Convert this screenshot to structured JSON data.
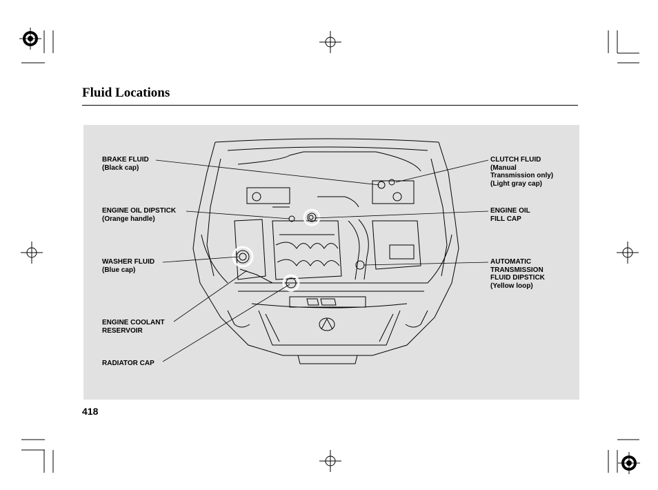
{
  "page": {
    "title": "Fluid Locations",
    "page_number": "418"
  },
  "labels": {
    "brake_fluid": {
      "line1": "BRAKE FLUID",
      "line2": "(Black cap)"
    },
    "engine_oil_dipstick": {
      "line1": "ENGINE OIL DIPSTICK",
      "line2": "(Orange handle)"
    },
    "washer_fluid": {
      "line1": "WASHER FLUID",
      "line2": "(Blue cap)"
    },
    "engine_coolant_reservoir": {
      "line1": "ENGINE COOLANT",
      "line2": "RESERVOIR"
    },
    "radiator_cap": {
      "line1": "RADIATOR CAP"
    },
    "clutch_fluid": {
      "line1": "CLUTCH FLUID",
      "line2": "(Manual",
      "line3": "Transmission only)",
      "line4": "(Light gray cap)"
    },
    "engine_oil_fill_cap": {
      "line1": "ENGINE OIL",
      "line2": "FILL CAP"
    },
    "atf_dipstick": {
      "line1": "AUTOMATIC",
      "line2": "TRANSMISSION",
      "line3": "FLUID DIPSTICK",
      "line4": "(Yellow loop)"
    }
  },
  "illustration": {
    "icon": "engine-bay-illustration-icon"
  },
  "colors": {
    "panel": "#e1e1e1",
    "ink": "#000000"
  }
}
